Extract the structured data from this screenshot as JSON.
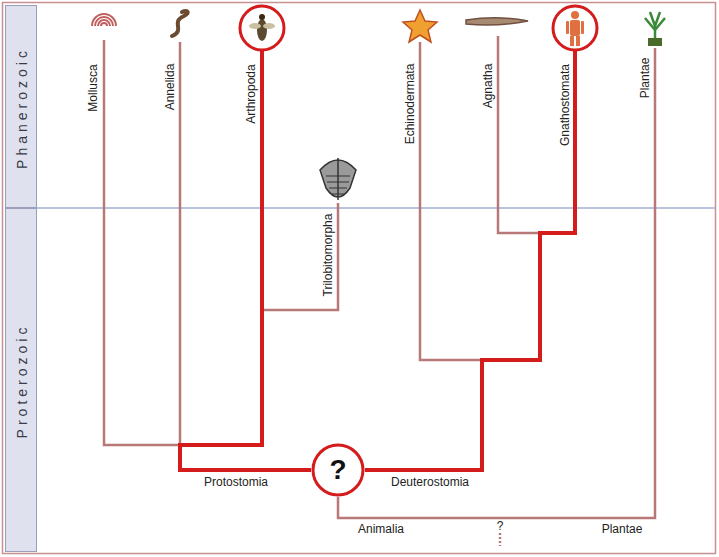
{
  "diagram": {
    "nodes": [
      {
        "text": [
          "Phanerozoic"
        ]
      },
      {
        "text": [
          "Proterozoic"
        ]
      },
      {
        "text": [
          "?"
        ]
      }
    ],
    "labels": [
      "Mollusca",
      "Annelida",
      "Arthropoda",
      "Trilobitomorpha",
      "Echinodermata",
      "Agnatha",
      "Gnathostomata",
      "Plantae",
      "Protostomia",
      "Deuterostomia",
      "Animalia",
      "Plantae",
      "?"
    ]
  }
}
